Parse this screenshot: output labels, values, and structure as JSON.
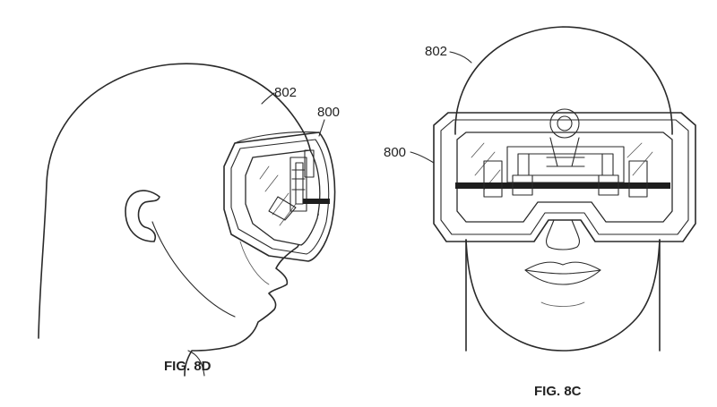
{
  "labels": {
    "side_head_ref": "802",
    "side_goggle_ref": "800",
    "front_head_ref": "802",
    "front_goggle_ref": "800"
  },
  "captions": {
    "side_view": "FIG. 8D",
    "front_view": "FIG. 8C"
  }
}
